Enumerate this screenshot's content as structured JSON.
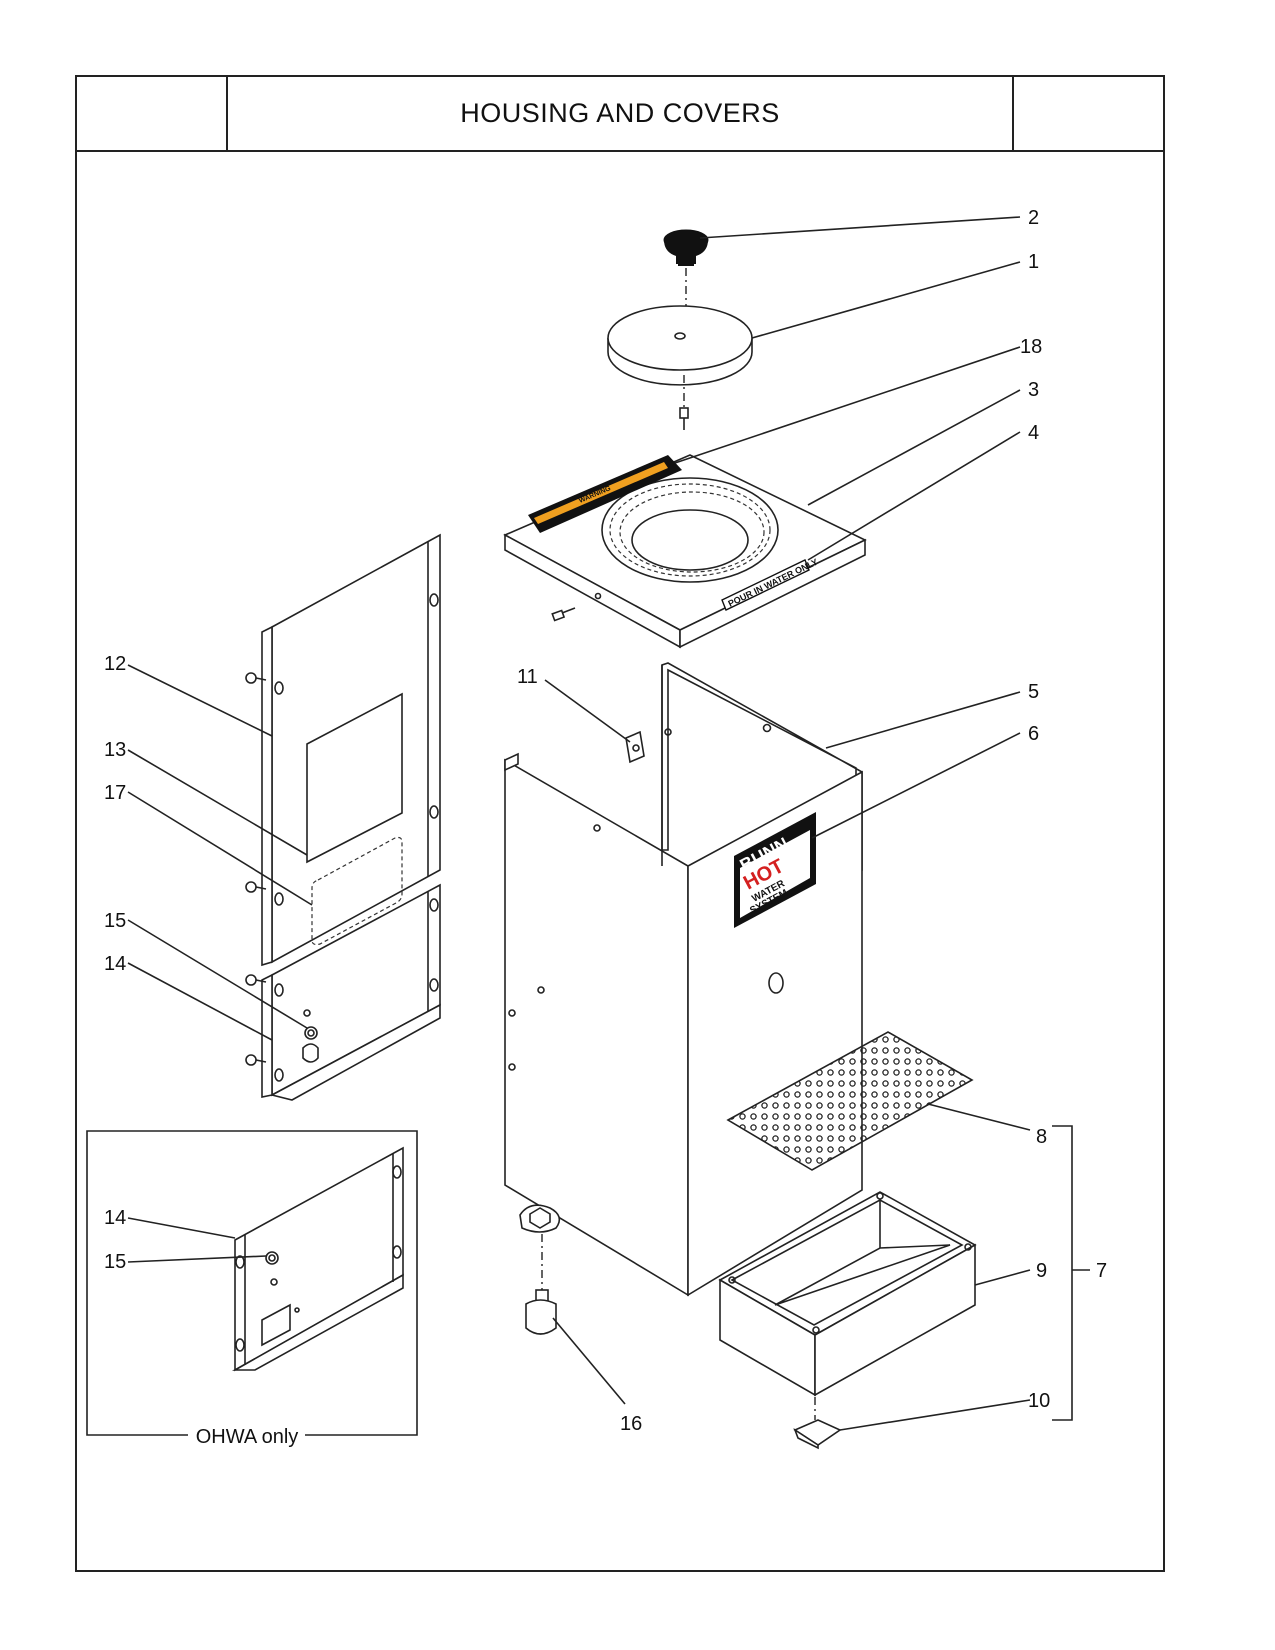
{
  "page": {
    "title": "HOUSING AND COVERS"
  },
  "labels": {
    "warning": "WARNING",
    "pour": "POUR IN WATER ONLY",
    "bunn": "BUNN",
    "hot": "HOT",
    "water": "WATER",
    "system": "SYSTEM"
  },
  "inset": {
    "caption": "OHWA only"
  },
  "callouts": [
    "1",
    "2",
    "3",
    "4",
    "5",
    "6",
    "7",
    "8",
    "9",
    "10",
    "11",
    "12",
    "13",
    "14",
    "15",
    "16",
    "17",
    "18"
  ],
  "inset_callouts": [
    "14",
    "15"
  ],
  "colors": {
    "line": "#222222",
    "label_red": "#d42020",
    "warning_orange": "#f0a020",
    "label_black": "#111111"
  }
}
